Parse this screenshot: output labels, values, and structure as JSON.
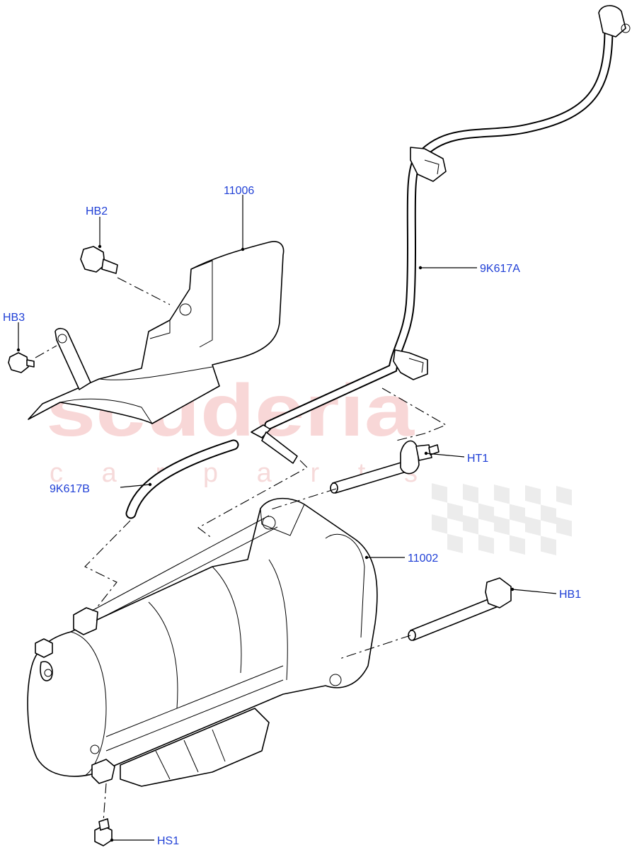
{
  "watermark": {
    "brand": "scuderia",
    "tagline": "c a r   p a r t s"
  },
  "callouts": {
    "p11006": "11006",
    "hb2": "HB2",
    "hb3": "HB3",
    "p9k617a": "9K617A",
    "ht1": "HT1",
    "p9k617b": "9K617B",
    "p11002": "11002",
    "hb1": "HB1",
    "hs1": "HS1"
  },
  "colors": {
    "callout_text": "#1f3fd6",
    "line_art": "#000000",
    "watermark": "#f4b8b8"
  }
}
